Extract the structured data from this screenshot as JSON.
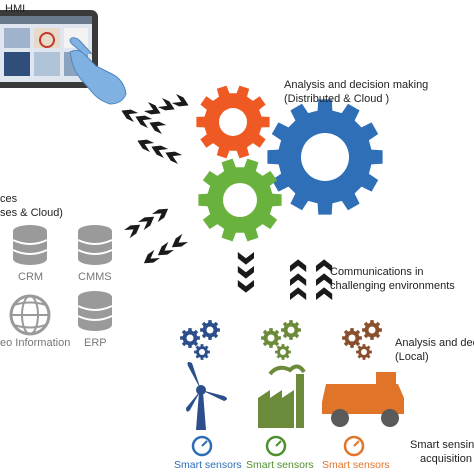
{
  "hmi": {
    "label": "HMI"
  },
  "analysis_cloud": {
    "line1": "Analysis and decision making",
    "line2": "(Distributed & Cloud )"
  },
  "sources": {
    "line1": "ces",
    "line2": "ses & Cloud)"
  },
  "databases": {
    "crm": "CRM",
    "cmms": "CMMS",
    "geo": "eo Information",
    "erp": "ERP"
  },
  "communications": {
    "line1": "Communications in",
    "line2": "challenging environments"
  },
  "analysis_local": {
    "line1": "Analysis and deci",
    "line2": "(Local)"
  },
  "sensing": {
    "line1": "Smart sensin",
    "line2": "acquisition te"
  },
  "smart_sensors": {
    "s1": "Smart sensors",
    "s2": "Smart sensors",
    "s3": "Smart sensors"
  },
  "colors": {
    "gear_orange": "#ef5a24",
    "gear_blue": "#2f6fb7",
    "gear_green": "#6ab23e",
    "small_blue": "#2c4f8c",
    "small_green": "#6b8a3a",
    "small_brown": "#8a4f2c",
    "db_gray": "#9a9a9a",
    "chevron": "#1a1a1a",
    "sensor_blue": "#2d6db5",
    "sensor_green": "#4e8f2e",
    "sensor_orange": "#e0752a"
  }
}
